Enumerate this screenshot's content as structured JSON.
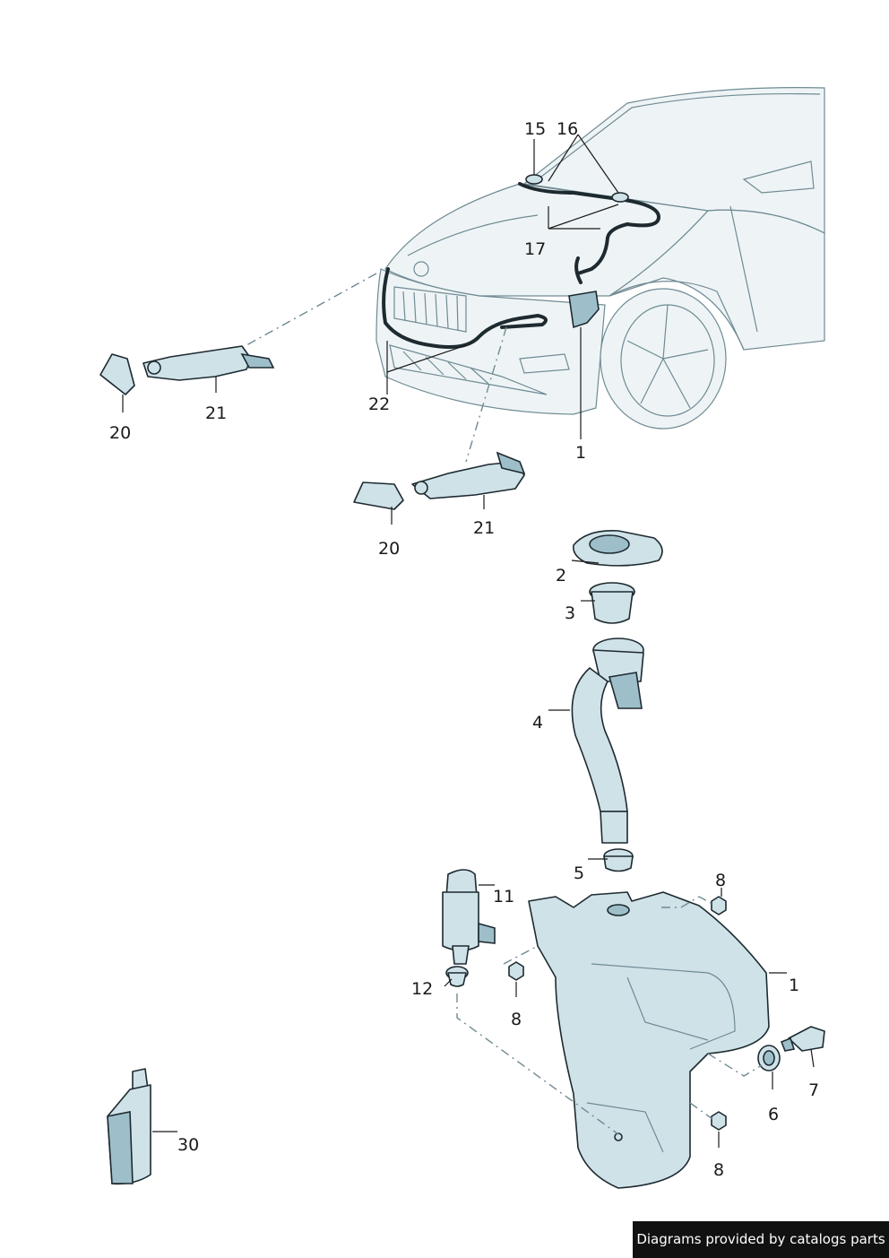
{
  "callouts": {
    "c1_top": "1",
    "c1_tank": "1",
    "c2": "2",
    "c3": "3",
    "c4": "4",
    "c5": "5",
    "c6": "6",
    "c7": "7",
    "c8_a": "8",
    "c8_b": "8",
    "c8_c": "8",
    "c11": "11",
    "c12": "12",
    "c15": "15",
    "c16": "16",
    "c17": "17",
    "c20_a": "20",
    "c20_b": "20",
    "c21_a": "21",
    "c21_b": "21",
    "c22": "22",
    "c30": "30"
  },
  "footer": {
    "text": "Diagrams provided by catalogs parts"
  },
  "colors": {
    "part_fill": "#cfe2e8",
    "outline": "#1d2a30",
    "footer_bg": "#111111"
  }
}
